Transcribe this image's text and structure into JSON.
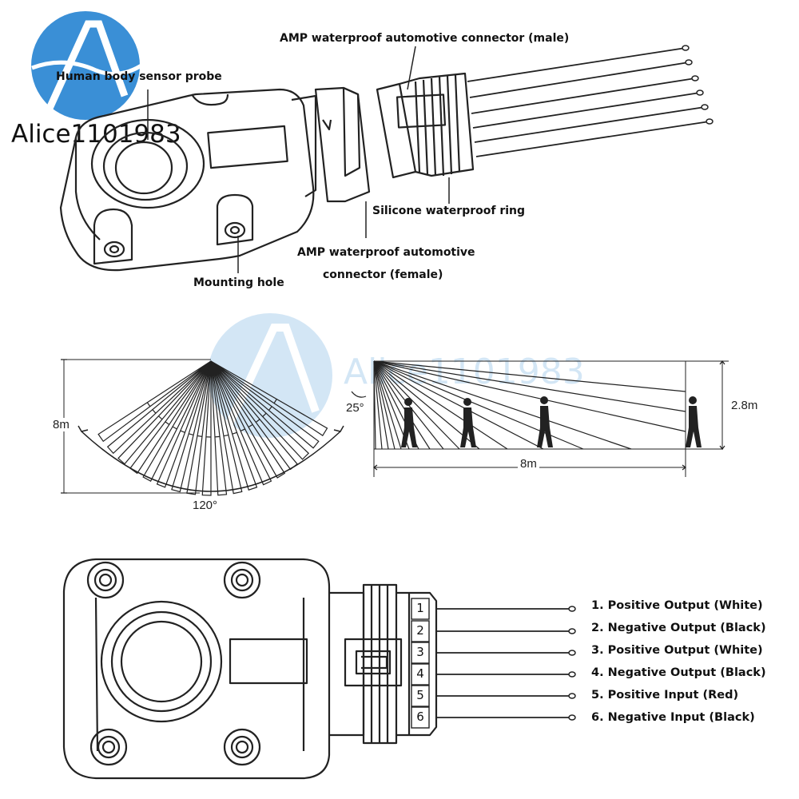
{
  "watermark": {
    "text": "Alice1101983",
    "color": "#3a8fd6"
  },
  "labels": {
    "probe": "Human body sensor probe",
    "male_connector": "AMP waterproof automotive connector (male)",
    "silicone_ring": "Silicone waterproof ring",
    "female_connector_line1": "AMP waterproof automotive",
    "female_connector_line2": "connector (female)",
    "mounting_hole": "Mounting hole"
  },
  "detection": {
    "range": "8m",
    "angle": "120°",
    "tilt_angle": "25°",
    "height": "2.8m",
    "distance": "8m"
  },
  "pins": [
    {
      "number": "1",
      "label": "1. Positive Output (White)"
    },
    {
      "number": "2",
      "label": "2. Negative Output (Black)"
    },
    {
      "number": "3",
      "label": "3. Positive Output (White)"
    },
    {
      "number": "4",
      "label": "4. Negative Output (Black)"
    },
    {
      "number": "5",
      "label": "5. Positive Input (Red)"
    },
    {
      "number": "6",
      "label": "6. Negative Input (Black)"
    }
  ]
}
